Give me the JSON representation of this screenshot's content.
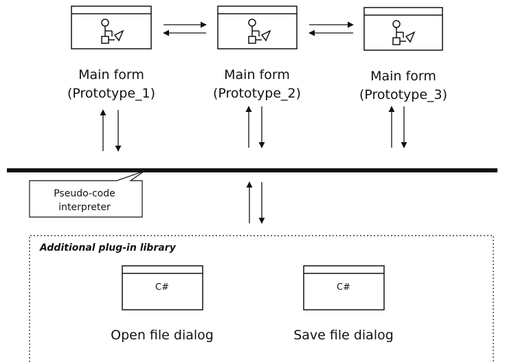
{
  "prototypes": [
    {
      "line1": "Main form",
      "line2": "(Prototype_1)"
    },
    {
      "line1": "Main form",
      "line2": "(Prototype_2)"
    },
    {
      "line1": "Main form",
      "line2": "(Prototype_3)"
    }
  ],
  "interpreter": {
    "line1": "Pseudo-code",
    "line2": "interpreter"
  },
  "library": {
    "title": "Additional plug-in library",
    "components": [
      {
        "code": "C#",
        "label": "Open file dialog"
      },
      {
        "code": "C#",
        "label": "Save file dialog"
      }
    ]
  },
  "icons": {
    "form": "flowchart-window-icon",
    "component": "csharp-window-icon"
  },
  "colors": {
    "stroke": "#111111",
    "background": "#ffffff"
  }
}
